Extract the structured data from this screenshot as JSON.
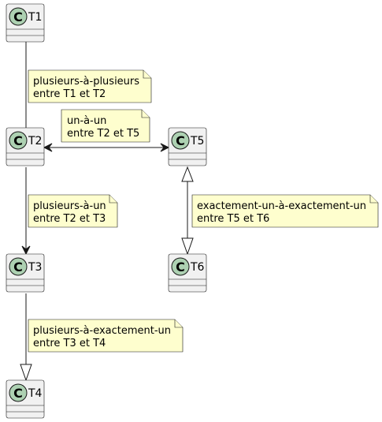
{
  "classes": {
    "t1": {
      "badge": "C",
      "name": "T1"
    },
    "t2": {
      "badge": "C",
      "name": "T2"
    },
    "t3": {
      "badge": "C",
      "name": "T3"
    },
    "t4": {
      "badge": "C",
      "name": "T4"
    },
    "t5": {
      "badge": "C",
      "name": "T5"
    },
    "t6": {
      "badge": "C",
      "name": "T6"
    }
  },
  "notes": {
    "t1_t2": {
      "line1": "plusieurs-à-plusieurs",
      "line2": "entre T1 et T2"
    },
    "t2_t5": {
      "line1": "un-à-un",
      "line2": "entre T2 et T5"
    },
    "t2_t3": {
      "line1": "plusieurs-à-un",
      "line2": "entre T2 et T3"
    },
    "t5_t6": {
      "line1": "exactement-un-à-exactement-un",
      "line2": "entre T5 et T6"
    },
    "t3_t4": {
      "line1": "plusieurs-à-exactement-un",
      "line2": "entre T3 et T4"
    }
  },
  "colors": {
    "class_fill": "#f1f1f1",
    "badge_fill": "#add1b2",
    "note_fill": "#fefece",
    "stroke": "#181818"
  }
}
